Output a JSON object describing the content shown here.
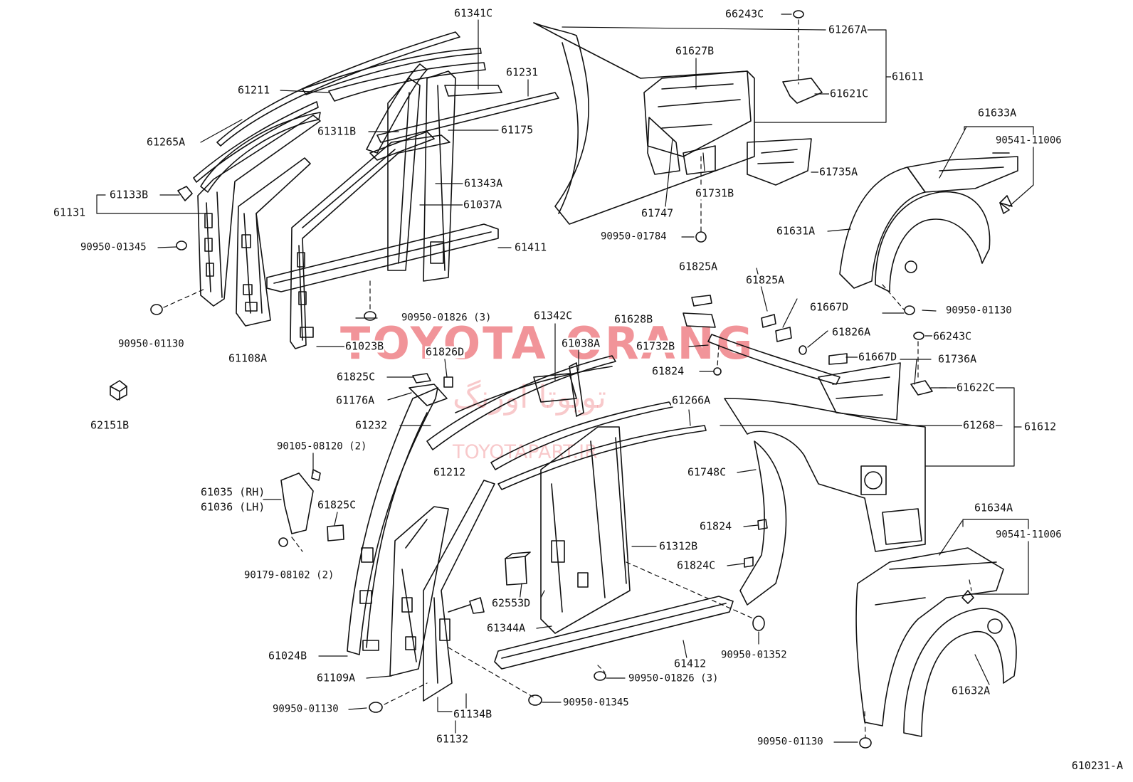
{
  "diagram": {
    "reference": "610231-A",
    "watermark": {
      "main": "TOYOTA ORANG",
      "arabic": "تويوتا اورنگ",
      "site": "TOYOTAPART.IR"
    },
    "part_labels": {
      "p61341C": "61341C",
      "p66243C_top": "66243C",
      "p61267A": "61267A",
      "p61231": "61231",
      "p61211": "61211",
      "p61627B": "61627B",
      "p61611": "61611",
      "p61621C": "61621C",
      "p61311B": "61311B",
      "p61175": "61175",
      "p61265A": "61265A",
      "p61343A": "61343A",
      "p61037A": "61037A",
      "p61133B": "61133B",
      "p61131": "61131",
      "p90950_01345_a": "90950-01345",
      "p61411": "61411",
      "p61747": "61747",
      "p61731B": "61731B",
      "p61735A": "61735A",
      "p90950_01784": "90950-01784",
      "p61633A": "61633A",
      "p90541_11006_a": "90541-11006",
      "p61631A": "61631A",
      "p90950_01130_a": "90950-01130",
      "p61108A": "61108A",
      "p90950_01826_a": "90950-01826 (3)",
      "p61023B": "61023B",
      "p61825A_a": "61825A",
      "p61825A_b": "61825A",
      "p61342C": "61342C",
      "p61628B": "61628B",
      "p61667D_a": "61667D",
      "p61826A": "61826A",
      "p90950_01130_b": "90950-01130",
      "p66243C_b": "66243C",
      "p61038A": "61038A",
      "p61732B": "61732B",
      "p61826D": "61826D",
      "p61667D_b": "61667D",
      "p61736A": "61736A",
      "p61825C_a": "61825C",
      "p61824_a": "61824",
      "p61176A": "61176A",
      "p62151B": "62151B",
      "p61266A": "61266A",
      "p61622C": "61622C",
      "p61232": "61232",
      "p61268": "61268",
      "p61612": "61612",
      "p90105_08120": "90105-08120 (2)",
      "p61212": "61212",
      "p61748C": "61748C",
      "p61035": "61035 (RH)",
      "p61036": "61036 (LH)",
      "p61825C_b": "61825C",
      "p61634A": "61634A",
      "p90541_11006_b": "90541-11006",
      "p61824_b": "61824",
      "p61312B": "61312B",
      "p90179_08102": "90179-08102 (2)",
      "p61824C": "61824C",
      "p62553D": "62553D",
      "p61344A": "61344A",
      "p90950_01352": "90950-01352",
      "p61024B": "61024B",
      "p61412": "61412",
      "p61109A": "61109A",
      "p90950_01826_b": "90950-01826 (3)",
      "p61632A": "61632A",
      "p90950_01130_c": "90950-01130",
      "p90950_01345_b": "90950-01345",
      "p61134B": "61134B",
      "p61132": "61132",
      "p90950_01130_d": "90950-01130"
    }
  }
}
